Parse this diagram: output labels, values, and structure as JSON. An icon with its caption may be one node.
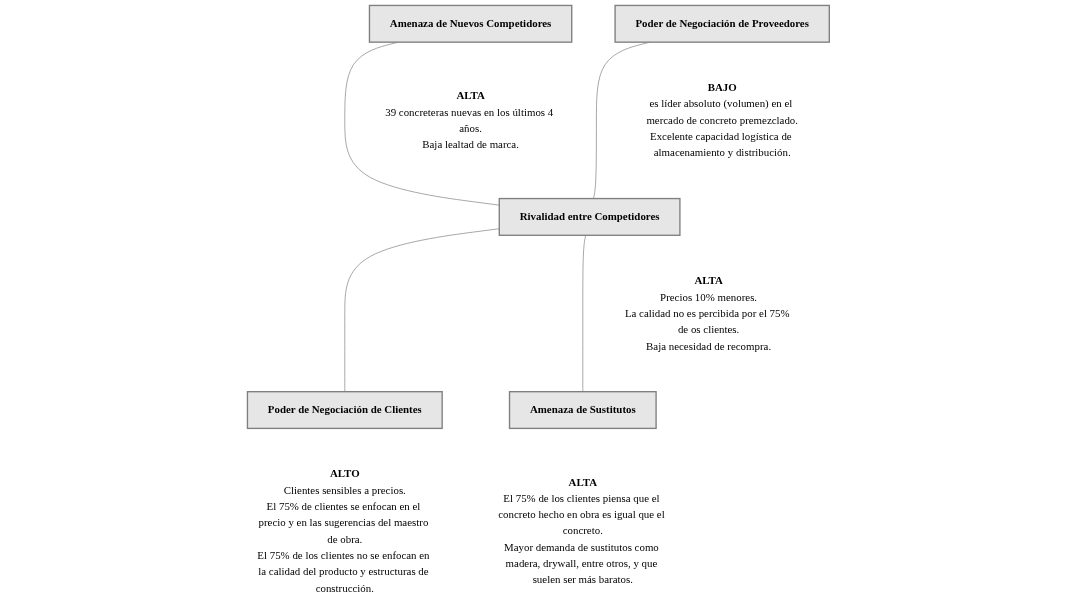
{
  "diagram": {
    "nodes": [
      {
        "text": [
          "Amenaza de Nuevos Competidores"
        ],
        "beside": [
          "ALTA",
          "39 concreteras nuevas en los últimos 4 años.",
          "Baja lealtad de marca."
        ]
      },
      {
        "text": [
          "Poder de Negociación de Proveedores"
        ],
        "beside": [
          "BAJO",
          "es líder absoluto (volumen) en el mercado de concreto premezclado.",
          "Excelente capacidad logística de almacenamiento y distribución."
        ]
      },
      {
        "text": [
          "Rivalidad entre Competidores"
        ],
        "beside": [
          "ALTA",
          "Precios 10% menores.",
          "La calidad no es percibida por el 75% de os clientes.",
          "Baja necesidad de recompra."
        ]
      },
      {
        "text": [
          "Poder de Negociación de Clientes"
        ],
        "beside": [
          "ALTO",
          "Clientes sensibles a precios.",
          "El 75% de clientes se enfocan en el precio y en las sugerencias del maestro de obra.",
          "El 75% de los clientes no se enfocan en la calidad del producto y estructuras de construcción."
        ]
      },
      {
        "text": [
          "Amenaza de Sustitutos"
        ],
        "beside": [
          "ALTA",
          "El 75% de los clientes piensa que el concreto hecho en obra es igual que el concreto.",
          "Mayor demanda de sustitutos como madera, drywall, entre otros, y que suelen ser más baratos."
        ]
      }
    ],
    "edges": [
      {
        "from": 0,
        "to": 2,
        "arrow": "none"
      },
      {
        "from": 1,
        "to": 2,
        "arrow": "none"
      },
      {
        "from": 2,
        "to": 3,
        "arrow": "none"
      },
      {
        "from": 2,
        "to": 4,
        "arrow": "none"
      }
    ]
  }
}
